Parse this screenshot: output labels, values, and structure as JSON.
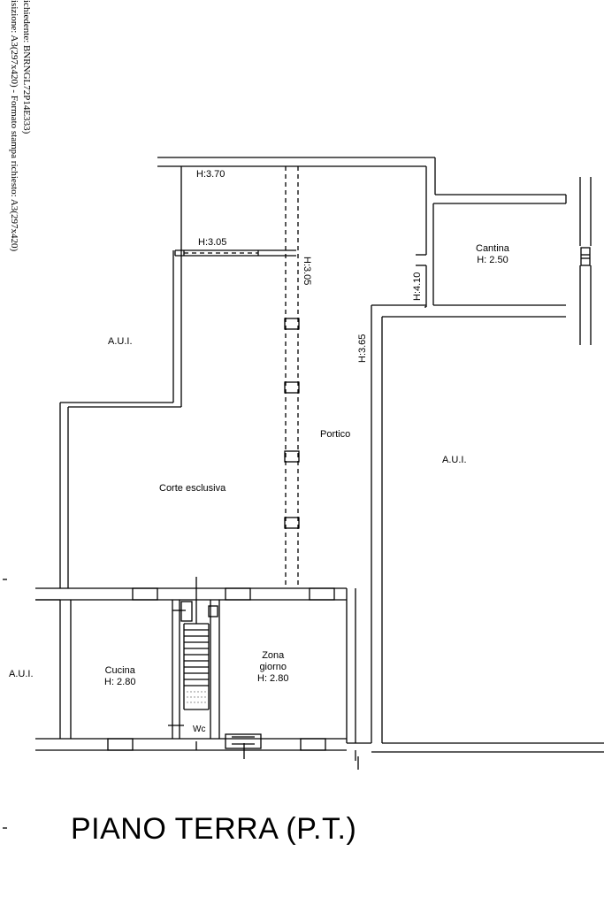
{
  "margin_text": {
    "line1": "ichiedente: BNRNGL72P14E333)",
    "line2": "isizione: A3(297x420) - Formato stampa richiesto: A3(297x420)"
  },
  "heights": {
    "h_370": "H:3.70",
    "h_305_top": "H:3.05",
    "h_305_vert": "H:3.05",
    "h_410": "H:4.10",
    "h_365": "H:3.65"
  },
  "rooms": {
    "aui_left_top": "A.U.I.",
    "aui_right": "A.U.I.",
    "aui_bottom_left": "A.U.I.",
    "corte": "Corte esclusiva",
    "portico": "Portico",
    "cantina_name": "Cantina",
    "cantina_h": "H: 2.50",
    "cucina_name": "Cucina",
    "cucina_h": "H: 2.80",
    "zona_name_1": "Zona",
    "zona_name_2": "giorno",
    "zona_h": "H: 2.80",
    "wc": "Wc"
  },
  "title": "PIANO TERRA (P.T.)"
}
